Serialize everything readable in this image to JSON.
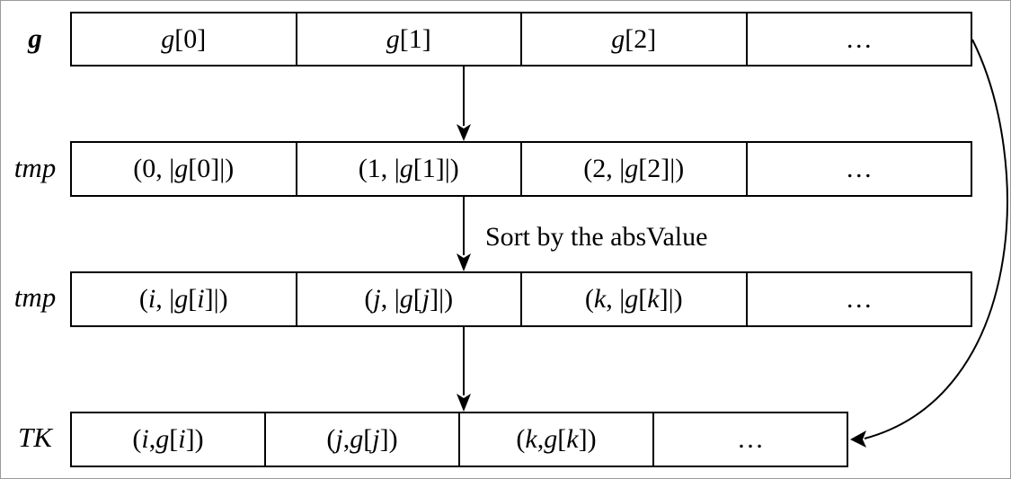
{
  "rows": [
    {
      "label": "g",
      "cells": [
        "g[0]",
        "g[1]",
        "g[2]",
        "…"
      ]
    },
    {
      "label": "tmp",
      "cells": [
        "(0, |g[0]|)",
        "(1, |g[1]|)",
        "(2, |g[2]|)",
        "…"
      ]
    },
    {
      "label": "tmp",
      "cells": [
        "(i, |g[i]|)",
        "(j, |g[j]|)",
        "(k, |g[k]|)",
        "…"
      ]
    },
    {
      "label": "TK",
      "cells": [
        "(i, g[i])",
        "(j, g[j])",
        "(k, g[k])",
        "…"
      ]
    }
  ],
  "sort_note": "Sort by the absValue"
}
